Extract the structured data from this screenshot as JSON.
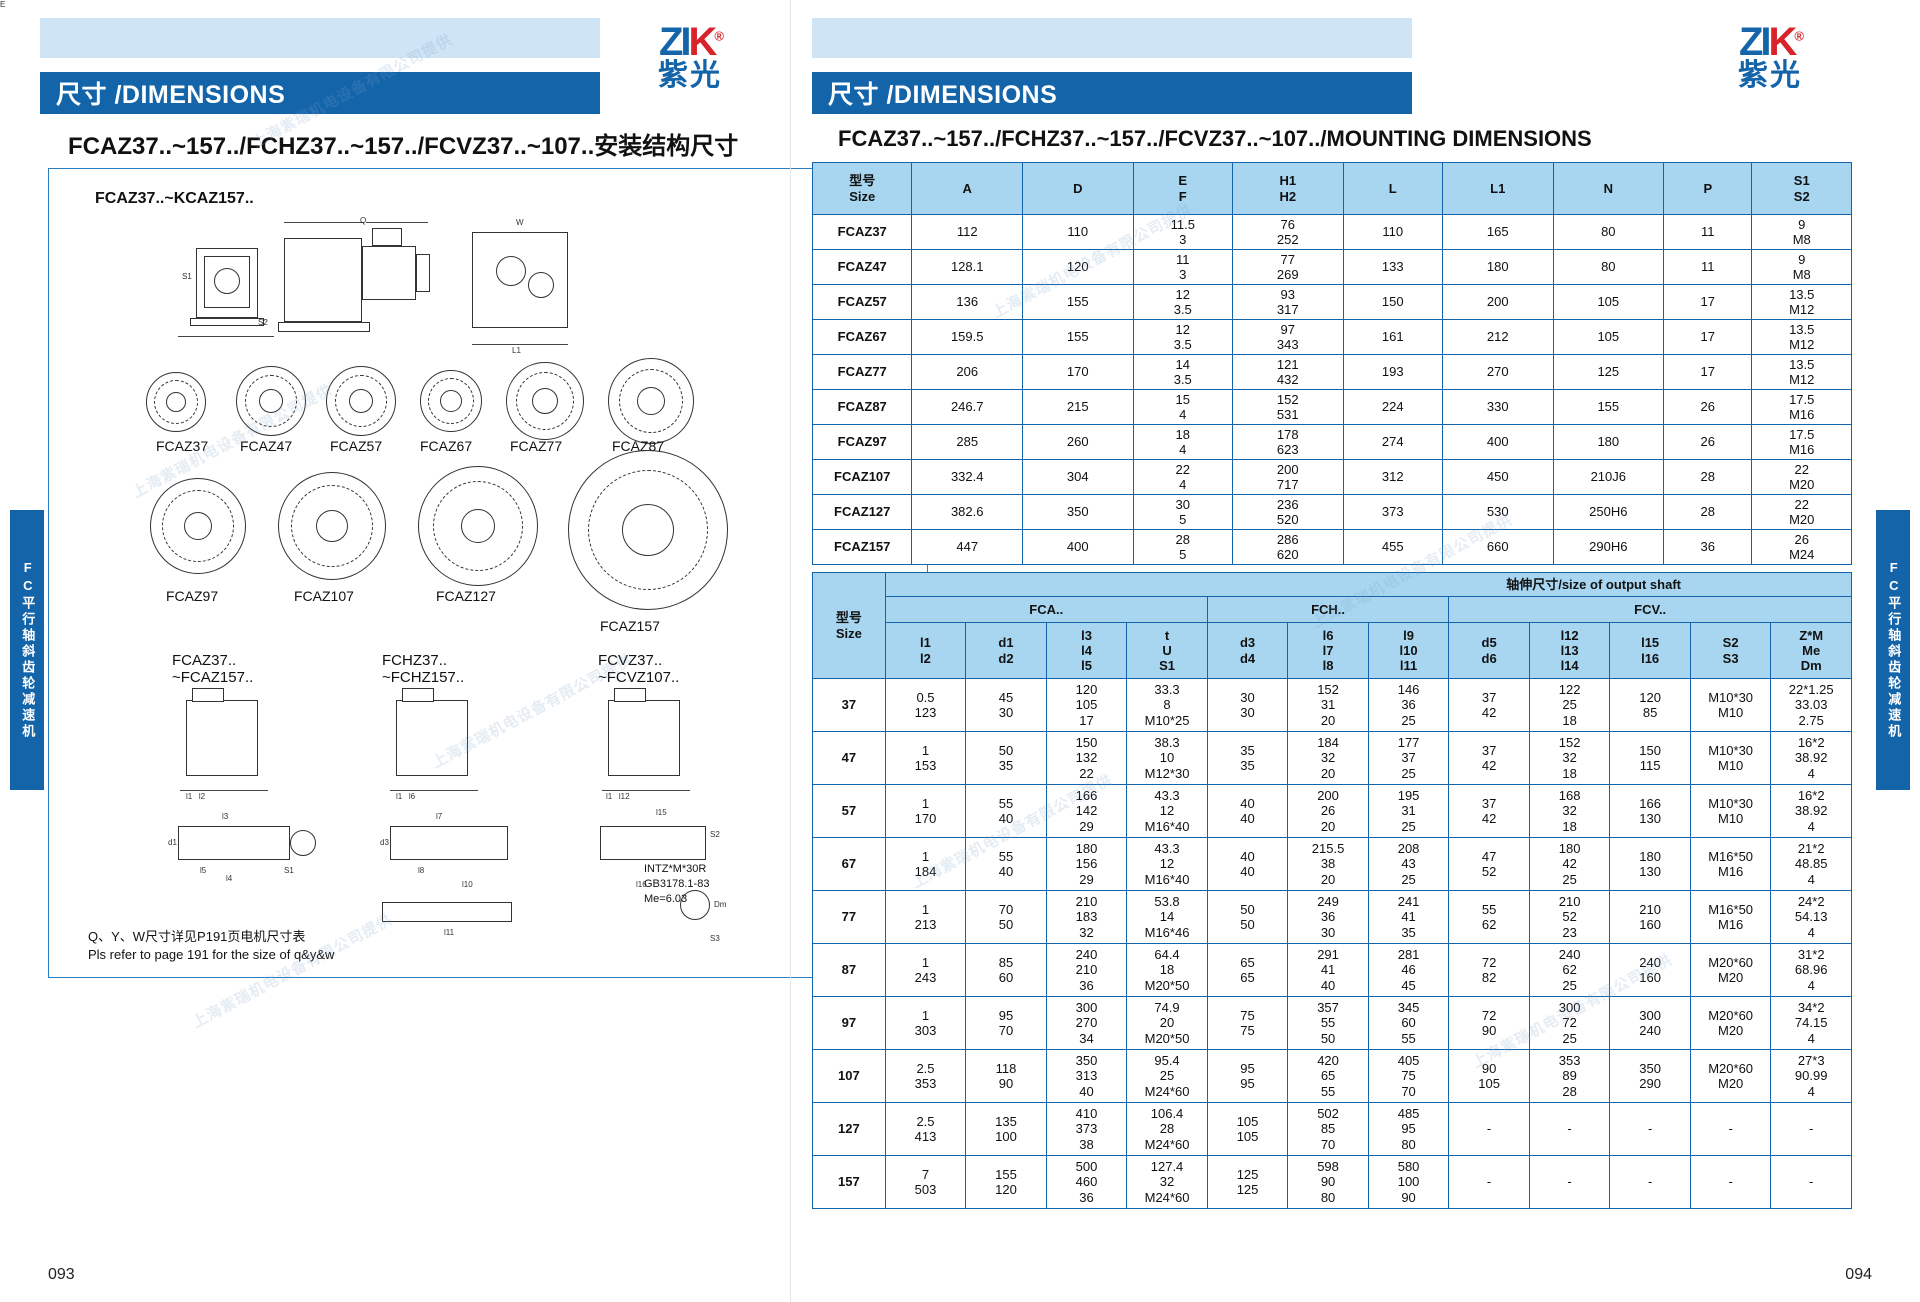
{
  "brand": {
    "mark_left": "ZI",
    "mark_right": "K",
    "registered": "®",
    "chinese": "紫光"
  },
  "left_page": {
    "header_title": "尺寸 /DIMENSIONS",
    "subtitle": "FCAZ37..~157../FCHZ37..~157../FCVZ37..~107..安装结构尺寸",
    "drawing_title": "FCAZ37..~KCAZ157..",
    "flange_labels": [
      "FCAZ37",
      "FCAZ47",
      "FCAZ57",
      "FCAZ67",
      "FCAZ77",
      "FCAZ87"
    ],
    "flange_labels_row2": [
      "FCAZ97",
      "FCAZ107",
      "FCAZ127",
      "FCAZ157"
    ],
    "variant_labels": [
      "FCAZ37..\n~FCAZ157..",
      "FCHZ37..\n~FCHZ157..",
      "FCVZ37..\n~FCVZ107.."
    ],
    "shaft_note": "INTZ*M*30R\nGB3178.1-83\nMe=6.03",
    "footnote": "Q、Y、W尺寸详见P191页电机尺寸表\nPls refer to page 191 for the size of q&y&w",
    "page_number": "093",
    "side_tab": "FC平行轴斜齿轮减速机"
  },
  "right_page": {
    "header_title": "尺寸 /DIMENSIONS",
    "subtitle": "FCAZ37..~157../FCHZ37..~157../FCVZ37..~107../MOUNTING DIMENSIONS",
    "page_number": "094",
    "side_tab": "FC平行轴斜齿轮减速机"
  },
  "mounting_table": {
    "headers": [
      "型号\nSize",
      "A",
      "D",
      "E\nF",
      "H1\nH2",
      "L",
      "L1",
      "N",
      "P",
      "S1\nS2"
    ],
    "rows": [
      [
        "FCAZ37",
        "112",
        "110",
        "11.5\n3",
        "76\n252",
        "110",
        "165",
        "80",
        "11",
        "9\nM8"
      ],
      [
        "FCAZ47",
        "128.1",
        "120",
        "11\n3",
        "77\n269",
        "133",
        "180",
        "80",
        "11",
        "9\nM8"
      ],
      [
        "FCAZ57",
        "136",
        "155",
        "12\n3.5",
        "93\n317",
        "150",
        "200",
        "105",
        "17",
        "13.5\nM12"
      ],
      [
        "FCAZ67",
        "159.5",
        "155",
        "12\n3.5",
        "97\n343",
        "161",
        "212",
        "105",
        "17",
        "13.5\nM12"
      ],
      [
        "FCAZ77",
        "206",
        "170",
        "14\n3.5",
        "121\n432",
        "193",
        "270",
        "125",
        "17",
        "13.5\nM12"
      ],
      [
        "FCAZ87",
        "246.7",
        "215",
        "15\n4",
        "152\n531",
        "224",
        "330",
        "155",
        "26",
        "17.5\nM16"
      ],
      [
        "FCAZ97",
        "285",
        "260",
        "18\n4",
        "178\n623",
        "274",
        "400",
        "180",
        "26",
        "17.5\nM16"
      ],
      [
        "FCAZ107",
        "332.4",
        "304",
        "22\n4",
        "200\n717",
        "312",
        "450",
        "210J6",
        "28",
        "22\nM20"
      ],
      [
        "FCAZ127",
        "382.6",
        "350",
        "30\n5",
        "236\n520",
        "373",
        "530",
        "250H6",
        "28",
        "22\nM20"
      ],
      [
        "FCAZ157",
        "447",
        "400",
        "28\n5",
        "286\n620",
        "455",
        "660",
        "290H6",
        "36",
        "26\nM24"
      ]
    ]
  },
  "shaft_table": {
    "band_title": "轴伸尺寸/size of output shaft",
    "size_header": "型号\nSize",
    "groups": [
      {
        "label": "FCA..",
        "span": 4
      },
      {
        "label": "FCH..",
        "span": 3
      },
      {
        "label": "FCV..",
        "span": 5
      }
    ],
    "subheaders": [
      "l1\nl2",
      "d1\nd2",
      "l3\nl4\nl5",
      "t\nU\nS1",
      "d3\nd4",
      "l6\nl7\nl8",
      "l9\nl10\nl11",
      "d5\nd6",
      "l12\nl13\nl14",
      "l15\nl16",
      "S2\nS3",
      "Z*M\nMe\nDm"
    ],
    "rows": [
      [
        "37",
        "0.5\n123",
        "45\n30",
        "120\n105\n17",
        "33.3\n8\nM10*25",
        "30\n30",
        "152\n31\n20",
        "146\n36\n25",
        "37\n42",
        "122\n25\n18",
        "120\n85",
        "M10*30\nM10",
        "22*1.25\n33.03\n2.75"
      ],
      [
        "47",
        "1\n153",
        "50\n35",
        "150\n132\n22",
        "38.3\n10\nM12*30",
        "35\n35",
        "184\n32\n20",
        "177\n37\n25",
        "37\n42",
        "152\n32\n18",
        "150\n115",
        "M10*30\nM10",
        "16*2\n38.92\n4"
      ],
      [
        "57",
        "1\n170",
        "55\n40",
        "166\n142\n29",
        "43.3\n12\nM16*40",
        "40\n40",
        "200\n26\n20",
        "195\n31\n25",
        "37\n42",
        "168\n32\n18",
        "166\n130",
        "M10*30\nM10",
        "16*2\n38.92\n4"
      ],
      [
        "67",
        "1\n184",
        "55\n40",
        "180\n156\n29",
        "43.3\n12\nM16*40",
        "40\n40",
        "215.5\n38\n20",
        "208\n43\n25",
        "47\n52",
        "180\n42\n25",
        "180\n130",
        "M16*50\nM16",
        "21*2\n48.85\n4"
      ],
      [
        "77",
        "1\n213",
        "70\n50",
        "210\n183\n32",
        "53.8\n14\nM16*46",
        "50\n50",
        "249\n36\n30",
        "241\n41\n35",
        "55\n62",
        "210\n52\n23",
        "210\n160",
        "M16*50\nM16",
        "24*2\n54.13\n4"
      ],
      [
        "87",
        "1\n243",
        "85\n60",
        "240\n210\n36",
        "64.4\n18\nM20*50",
        "65\n65",
        "291\n41\n40",
        "281\n46\n45",
        "72\n82",
        "240\n62\n25",
        "240\n160",
        "M20*60\nM20",
        "31*2\n68.96\n4"
      ],
      [
        "97",
        "1\n303",
        "95\n70",
        "300\n270\n34",
        "74.9\n20\nM20*50",
        "75\n75",
        "357\n55\n50",
        "345\n60\n55",
        "72\n90",
        "300\n72\n25",
        "300\n240",
        "M20*60\nM20",
        "34*2\n74.15\n4"
      ],
      [
        "107",
        "2.5\n353",
        "118\n90",
        "350\n313\n40",
        "95.4\n25\nM24*60",
        "95\n95",
        "420\n65\n55",
        "405\n75\n70",
        "90\n105",
        "353\n89\n28",
        "350\n290",
        "M20*60\nM20",
        "27*3\n90.99\n4"
      ],
      [
        "127",
        "2.5\n413",
        "135\n100",
        "410\n373\n38",
        "106.4\n28\nM24*60",
        "105\n105",
        "502\n85\n70",
        "485\n95\n80",
        "-",
        "-",
        "-",
        "-",
        "-"
      ],
      [
        "157",
        "7\n503",
        "155\n120",
        "500\n460\n36",
        "127.4\n32\nM24*60",
        "125\n125",
        "598\n90\n80",
        "580\n100\n90",
        "-",
        "-",
        "-",
        "-",
        "-"
      ]
    ]
  },
  "watermark": "上海紫瑞机电设备有限公司提供"
}
